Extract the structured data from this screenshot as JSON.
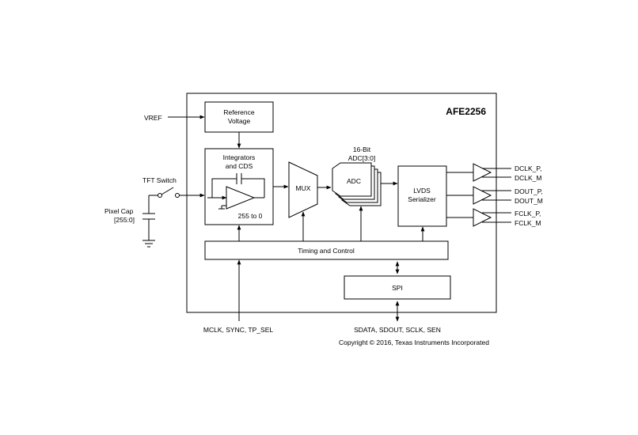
{
  "chip": {
    "name": "AFE2256"
  },
  "inputs": {
    "vref": "VREF",
    "tft_switch": "TFT Switch",
    "pixel_cap_line1": "Pixel Cap",
    "pixel_cap_line2": "[255:0]"
  },
  "blocks": {
    "reference_voltage": {
      "line1": "Reference",
      "line2": "Voltage"
    },
    "integrators": {
      "line1": "Integrators",
      "line2": "and CDS",
      "range": "255 to 0"
    },
    "mux": "MUX",
    "adc": {
      "label": "ADC",
      "top1": "16-Bit",
      "top2": "ADC[3:0]"
    },
    "lvds": {
      "line1": "LVDS",
      "line2": "Serializer"
    },
    "timing": "Timing and Control",
    "spi": "SPI"
  },
  "outputs": [
    "DCLK_P,",
    "DCLK_M",
    "DOUT_P,",
    "DOUT_M",
    "FCLK_P,",
    "FCLK_M"
  ],
  "bottom": {
    "control_pins": "MCLK, SYNC, TP_SEL",
    "spi_pins": "SDATA, SDOUT, SCLK, SEN"
  },
  "copyright": "Copyright © 2016, Texas Instruments Incorporated"
}
